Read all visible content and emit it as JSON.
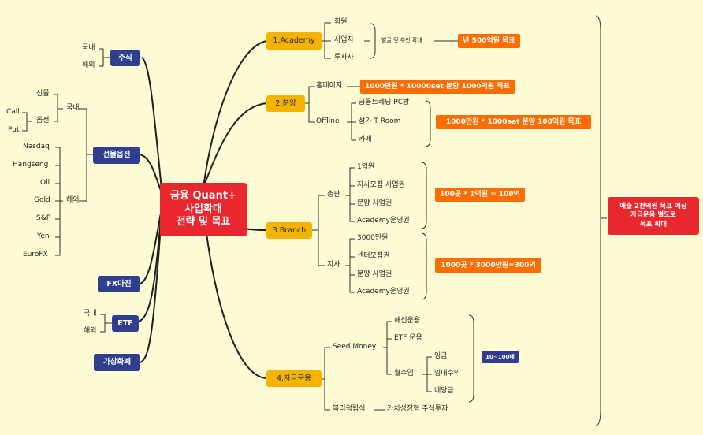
{
  "center": {
    "line1": "금융 Quant+",
    "line2": "사업확대",
    "line3": "전략 및 목표"
  },
  "left": {
    "stock": {
      "label": "주식",
      "domestic": "국내",
      "overseas": "해외"
    },
    "futures_options": {
      "label": "선물옵션",
      "domestic": "국내",
      "futures": "선물",
      "options": "옵션",
      "call": "Call",
      "put": "Put",
      "overseas": "해외",
      "overseas_items": [
        "Nasdaq",
        "Hangseng",
        "Oil",
        "Gold",
        "S&P",
        "Yen",
        "EuroFX"
      ]
    },
    "fx": {
      "label": "FX마진"
    },
    "etf": {
      "label": "ETF",
      "domestic": "국내",
      "overseas": "해외"
    },
    "crypto": {
      "label": "가상화폐"
    }
  },
  "right": {
    "academy": {
      "label": "1.Academy",
      "items": [
        "회원",
        "사업자",
        "투자자"
      ],
      "note": "발굴 및 추천 확대",
      "goal": "년 500억원 목표"
    },
    "sales": {
      "label": "2.분양",
      "homepage": "홈페이지",
      "homepage_goal": "1000만원 * 10000set 분양  1000억원 목표",
      "offline": "Offline",
      "offline_items": [
        "금융트레딩 PC방",
        "상가 T Room",
        "카페"
      ],
      "offline_goal": "1000만원 * 1000set 분양  100억원 목표"
    },
    "branch": {
      "label": "3.Branch",
      "general": "총판",
      "general_items": [
        "1억원",
        "지사모집 사업권",
        "분양 사업권",
        "Academy운영권"
      ],
      "general_goal": "100곳 * 1억원 = 100억",
      "sub": "지사",
      "sub_items": [
        "3000만원",
        "센터모집권",
        "분양 사업권",
        "Academy운영권"
      ],
      "sub_goal": "1000곳 * 3000만원=300억"
    },
    "funds": {
      "label": "4.자금운용",
      "seed": "Seed Money",
      "seed_items": [
        "해선운용",
        "ETF 운용"
      ],
      "monthly": "월수입",
      "monthly_items": [
        "임금",
        "임대수익",
        "배당금"
      ],
      "multiplier": "10~100배",
      "compound": "복리적립식",
      "compound_item": "가치성장형 주식투자"
    }
  },
  "summary": {
    "line1": "매출 2천억원 목표 예상",
    "line2": "자금운용 별도로",
    "line3": "목표 확대"
  }
}
